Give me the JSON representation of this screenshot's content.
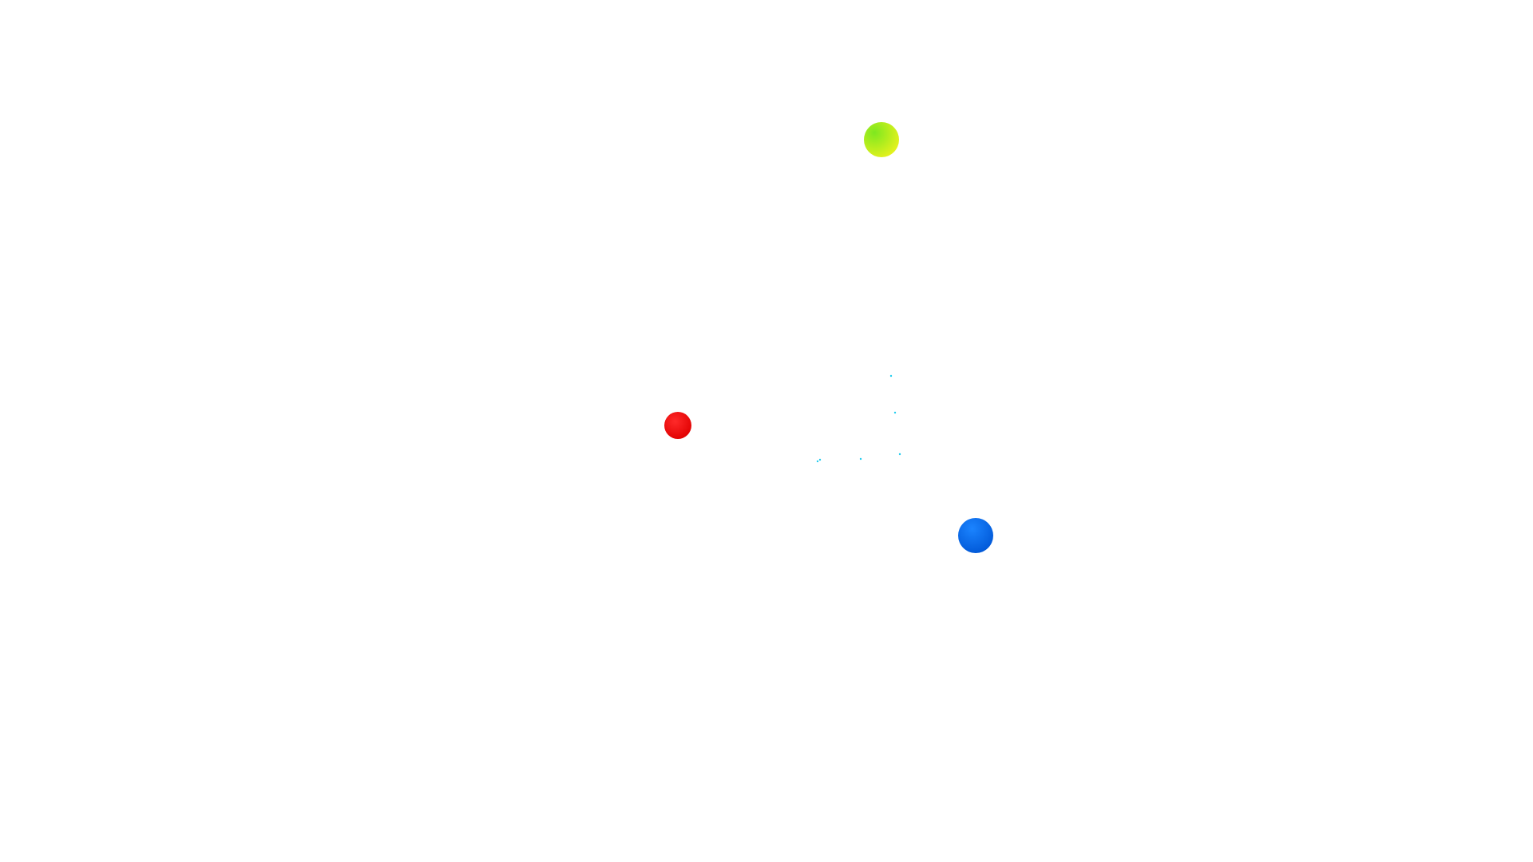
{
  "scene": {
    "background": "#ffffff",
    "spheres": [
      {
        "name": "red-sphere",
        "color": "#ff0d0d",
        "highlight": "#ff2a2a",
        "shadow": "#e00000"
      },
      {
        "name": "green-sphere",
        "color": "#9df018",
        "highlight": "#7ee81f",
        "shadow": "#e8f21e"
      },
      {
        "name": "blue-sphere",
        "color": "#0a74f5",
        "highlight": "#1b84ff",
        "shadow": "#0057d6"
      }
    ],
    "particles": {
      "color": "#22ccee",
      "count": 6
    }
  }
}
